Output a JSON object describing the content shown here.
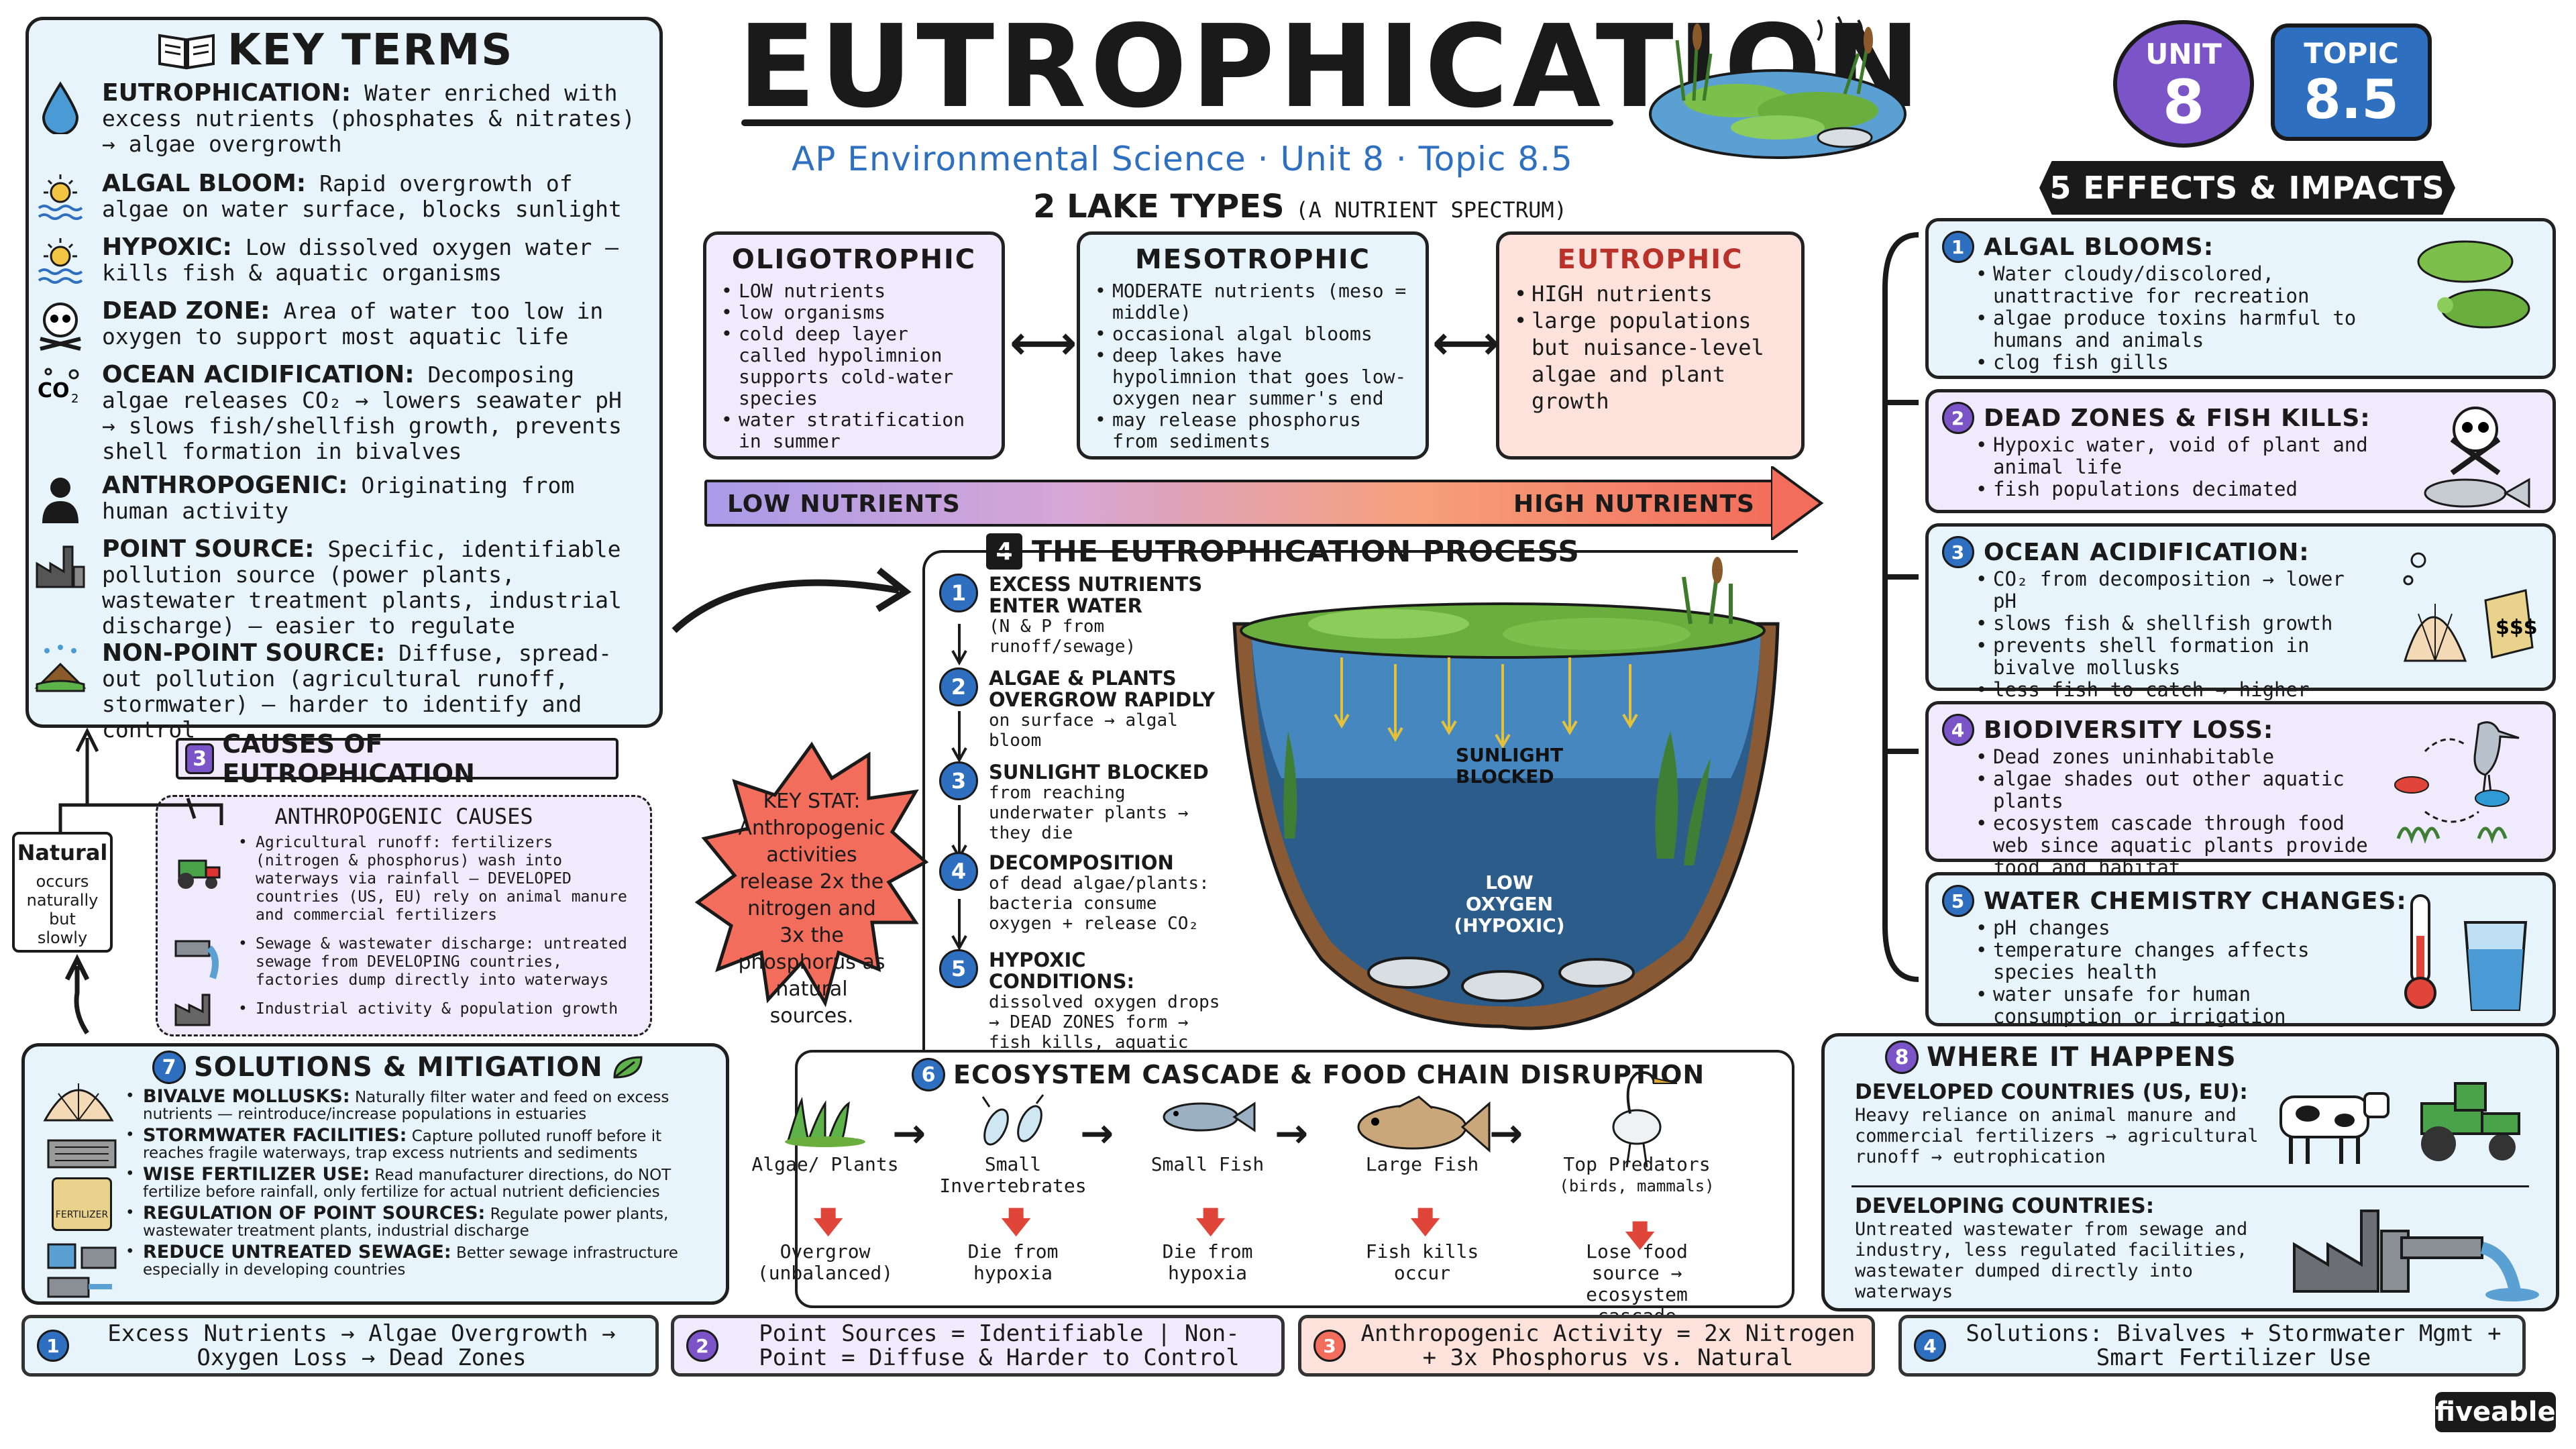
{
  "header": {
    "title": "EUTROPHICATION",
    "subtitle": "AP Environmental Science · Unit 8 · Topic 8.5",
    "unit_label": "UNIT",
    "unit_value": "8",
    "topic_label": "TOPIC",
    "topic_value": "8.5"
  },
  "key_terms": {
    "title": "KEY TERMS",
    "items": [
      {
        "term": "EUTROPHICATION:",
        "def": "Water enriched with excess nutrients (phosphates & nitrates) → algae overgrowth",
        "icon": "water-drop-icon"
      },
      {
        "term": "ALGAL BLOOM:",
        "def": "Rapid overgrowth of algae on water surface, blocks sunlight",
        "icon": "sun-water-icon"
      },
      {
        "term": "HYPOXIC:",
        "def": "Low dissolved oxygen water — kills fish & aquatic organisms",
        "icon": "sun-water-icon"
      },
      {
        "term": "DEAD ZONE:",
        "def": "Area of water too low in oxygen to support most aquatic life",
        "icon": "skull-icon"
      },
      {
        "term": "OCEAN ACIDIFICATION:",
        "def": "Decomposing algae releases CO₂ → lowers seawater pH → slows fish/shellfish growth, prevents shell formation in bivalves",
        "icon": "co2-icon"
      },
      {
        "term": "ANTHROPOGENIC:",
        "def": "Originating from human activity",
        "icon": "person-icon"
      },
      {
        "term": "POINT SOURCE:",
        "def": "Specific, identifiable pollution source (power plants, wastewater treatment plants, industrial discharge) — easier to regulate",
        "icon": "factory-icon"
      },
      {
        "term": "NON-POINT SOURCE:",
        "def": "Diffuse, spread-out pollution (agricultural runoff, stormwater) — harder to identify and control",
        "icon": "field-icon"
      }
    ]
  },
  "lake_types": {
    "title": "2 LAKE TYPES",
    "subtitle": "(A NUTRIENT SPECTRUM)",
    "oligotrophic": {
      "name": "OLIGOTROPHIC",
      "items": [
        "LOW nutrients",
        "low organisms",
        "cold deep layer called hypolimnion supports cold-water species",
        "water stratification in summer"
      ]
    },
    "mesotrophic": {
      "name": "MESOTROPHIC",
      "items": [
        "MODERATE nutrients (meso = middle)",
        "occasional algal blooms",
        "deep lakes have hypolimnion that goes low-oxygen near summer's end",
        "may release phosphorus from sediments"
      ]
    },
    "eutrophic": {
      "name": "EUTROPHIC",
      "items": [
        "HIGH nutrients",
        "large populations but nuisance-level algae and plant growth"
      ]
    },
    "low_label": "LOW NUTRIENTS",
    "high_label": "HIGH NUTRIENTS"
  },
  "process": {
    "title": "THE EUTROPHICATION PROCESS",
    "num": "4",
    "steps": [
      {
        "n": "1",
        "t": "EXCESS NUTRIENTS ENTER WATER",
        "d": "(N & P from runoff/sewage)"
      },
      {
        "n": "2",
        "t": "ALGAE & PLANTS OVERGROW RAPIDLY",
        "d": "on surface → algal bloom"
      },
      {
        "n": "3",
        "t": "SUNLIGHT BLOCKED",
        "d": "from reaching underwater plants → they die"
      },
      {
        "n": "4",
        "t": "DECOMPOSITION",
        "d": "of dead algae/plants: bacteria consume oxygen + release CO₂"
      },
      {
        "n": "5",
        "t": "HYPOXIC CONDITIONS:",
        "d": "dissolved oxygen drops → DEAD ZONES form → fish kills, aquatic life dies"
      }
    ],
    "sunlight_label": "SUNLIGHT BLOCKED",
    "low_oxygen_label": "LOW OXYGEN (HYPOXIC)"
  },
  "key_stat": {
    "text": "KEY STAT: Anthropogenic activities release 2x the nitrogen and 3x the phosphorus as natural sources."
  },
  "causes": {
    "num": "3",
    "title": "CAUSES OF EUTROPHICATION",
    "sub": "ANTHROPOGENIC CAUSES",
    "items": [
      "Agricultural runoff: fertilizers (nitrogen & phosphorus) wash into waterways via rainfall — DEVELOPED countries (US, EU) rely on animal manure and commercial fertilizers",
      "Sewage & wastewater discharge: untreated sewage from DEVELOPING countries, factories dump directly into waterways",
      "Industrial activity & population growth"
    ],
    "natural_title": "Natural",
    "natural_desc": "occurs naturally but slowly"
  },
  "solutions": {
    "num": "7",
    "title": "SOLUTIONS & MITIGATION",
    "items": [
      {
        "term": "BIVALVE MOLLUSKS:",
        "def": "Naturally filter water and feed on excess nutrients — reintroduce/increase populations in estuaries"
      },
      {
        "term": "STORMWATER FACILITIES:",
        "def": "Capture polluted runoff before it reaches fragile waterways, trap excess nutrients and sediments"
      },
      {
        "term": "WISE FERTILIZER USE:",
        "def": "Read manufacturer directions, do NOT fertilize before rainfall, only fertilize for actual nutrient deficiencies"
      },
      {
        "term": "REGULATION OF POINT SOURCES:",
        "def": "Regulate power plants, wastewater treatment plants, industrial discharge"
      },
      {
        "term": "REDUCE UNTREATED SEWAGE:",
        "def": "Better sewage infrastructure especially in developing countries"
      }
    ],
    "fertilizer_bag": "FERTILIZER"
  },
  "cascade": {
    "num": "6",
    "title": "ECOSYSTEM CASCADE & FOOD CHAIN DISRUPTION",
    "nodes": [
      {
        "name": "Algae/ Plants",
        "effect": "Overgrow (unbalanced)"
      },
      {
        "name": "Small Invertebrates",
        "effect": "Die from hypoxia"
      },
      {
        "name": "Small Fish",
        "effect": "Die from hypoxia"
      },
      {
        "name": "Large Fish",
        "effect": "Fish kills occur"
      },
      {
        "name": "Top Predators",
        "sub": "(birds, mammals)",
        "effect": "Lose food source → ecosystem cascade"
      }
    ]
  },
  "effects": {
    "title": "5 EFFECTS & IMPACTS",
    "items": [
      {
        "n": "1",
        "title": "ALGAL BLOOMS:",
        "bullets": [
          "Water cloudy/discolored, unattractive for recreation",
          "algae produce toxins harmful to humans and animals",
          "clog fish gills"
        ]
      },
      {
        "n": "2",
        "title": "DEAD ZONES & FISH KILLS:",
        "bullets": [
          "Hypoxic water, void of plant and animal life",
          "fish populations decimated"
        ]
      },
      {
        "n": "3",
        "title": "OCEAN ACIDIFICATION:",
        "bullets": [
          "CO₂ from decomposition → lower pH",
          "slows fish & shellfish growth",
          "prevents shell formation in bivalve mollusks",
          "less fish to catch → higher prices for fishermen"
        ]
      },
      {
        "n": "4",
        "title": "BIODIVERSITY LOSS:",
        "bullets": [
          "Dead zones uninhabitable",
          "algae shades out other aquatic plants",
          "ecosystem cascade through food web since aquatic plants provide food and habitat"
        ]
      },
      {
        "n": "5",
        "title": "WATER CHEMISTRY CHANGES:",
        "bullets": [
          "pH changes",
          "temperature changes affects species health",
          "water unsafe for human consumption or irrigation"
        ]
      }
    ],
    "price_tag": "$$$"
  },
  "where": {
    "num": "8",
    "title": "WHERE IT HAPPENS",
    "developed_title": "DEVELOPED COUNTRIES (US, EU):",
    "developed_text": "Heavy reliance on animal manure and commercial fertilizers → agricultural runoff → eutrophication",
    "developing_title": "DEVELOPING COUNTRIES:",
    "developing_text": "Untreated wastewater from sewage and industry, less regulated facilities, wastewater dumped directly into waterways"
  },
  "footer": [
    {
      "n": "1",
      "text": "Excess Nutrients → Algae Overgrowth → Oxygen Loss → Dead Zones"
    },
    {
      "n": "2",
      "text": "Point Sources = Identifiable | Non-Point = Diffuse & Harder to Control"
    },
    {
      "n": "3",
      "text": "Anthropogenic Activity = 2x Nitrogen + 3x Phosphorus vs. Natural"
    },
    {
      "n": "4",
      "text": "Solutions: Bivalves + Stormwater Mgmt + Smart Fertilizer Use"
    }
  ],
  "brand": "fiveable",
  "colors": {
    "blue": "#2f6fc0",
    "purple": "#7b55c7",
    "panel_blue": "#e8f4fb",
    "panel_purple": "#efeafc",
    "panel_pink": "#fde2dc",
    "key_stat": "#f26d5b"
  }
}
